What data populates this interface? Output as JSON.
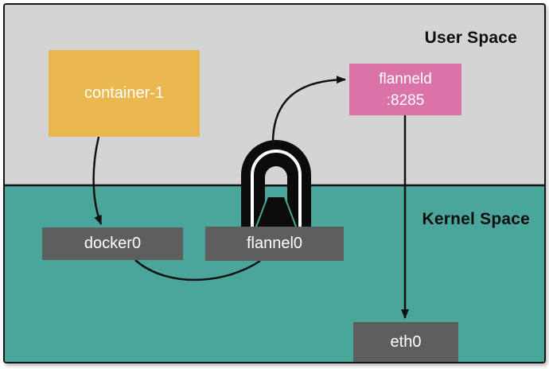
{
  "regions": {
    "user_space": {
      "label": "User Space"
    },
    "kernel_space": {
      "label": "Kernel Space"
    }
  },
  "nodes": {
    "container": {
      "label": "container-1"
    },
    "flanneld": {
      "line1": "flanneld",
      "line2": ":8285"
    },
    "docker0": {
      "label": "docker0"
    },
    "flannel0": {
      "label": "flannel0"
    },
    "eth0": {
      "label": "eth0"
    }
  },
  "icons": [
    {
      "name": "tunnel-icon",
      "meaning": "encapsulation tunnel between flannel0 and flanneld"
    }
  ],
  "edges": [
    {
      "from": "container-1",
      "to": "docker0",
      "arrowhead": true,
      "shape": "curve"
    },
    {
      "from": "docker0",
      "to": "flannel0",
      "arrowhead": false,
      "shape": "curve"
    },
    {
      "from": "flannel0",
      "to": "flanneld :8285",
      "arrowhead": true,
      "shape": "curve",
      "via": "tunnel"
    },
    {
      "from": "flanneld :8285",
      "to": "eth0",
      "arrowhead": true,
      "shape": "straight"
    }
  ],
  "colors": {
    "user_space_bg": "#d4d4d4",
    "kernel_space_bg": "#4aa69b",
    "container_bg": "#eab84e",
    "flanneld_bg": "#dc73a8",
    "interface_bg": "#5e5e5e",
    "line": "#111111",
    "label_text": "#ffffff",
    "space_label_text": "#0e0e0e"
  }
}
